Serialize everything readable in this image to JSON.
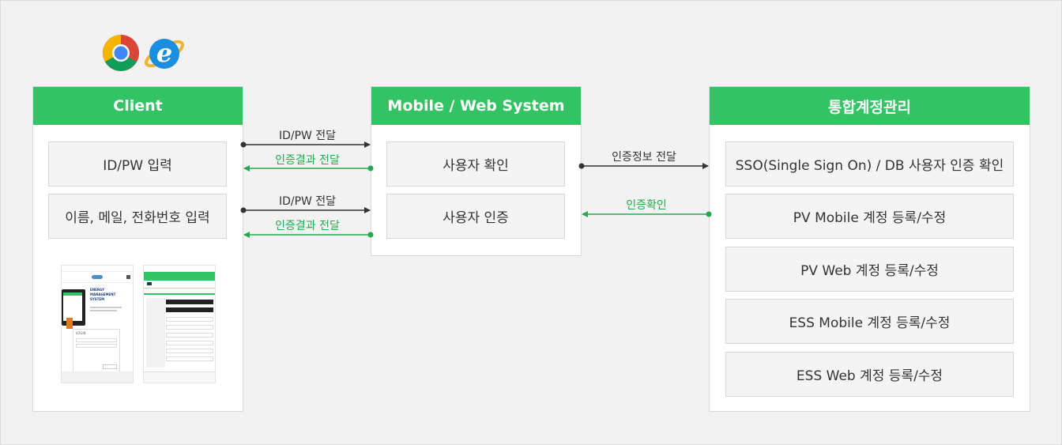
{
  "colors": {
    "accent": "#33c264",
    "arrow_black": "#333333",
    "arrow_green": "#25a94f"
  },
  "icons": [
    "chrome-icon",
    "internet-explorer-icon"
  ],
  "client": {
    "title": "Client",
    "steps": [
      "ID/PW 입력",
      "이름, 메일, 전화번호 입력"
    ]
  },
  "system": {
    "title": "Mobile / Web System",
    "steps": [
      "사용자 확인",
      "사용자 인증"
    ]
  },
  "account": {
    "title": "통합계정관리",
    "items": [
      "SSO(Single Sign On) / DB 사용자 인증 확인",
      "PV Mobile 계정 등록/수정",
      "PV Web 계정 등록/수정",
      "ESS Mobile 계정 등록/수정",
      "ESS Web 계정 등록/수정"
    ]
  },
  "arrows": {
    "client_to_system_1": "ID/PW 전달",
    "system_to_client_1": "인증결과 전달",
    "client_to_system_2": "ID/PW 전달",
    "system_to_client_2": "인증결과 전달",
    "system_to_account": "인증정보 전달",
    "account_to_system": "인증확인"
  },
  "phone_login": {
    "headline": "ENERGY MANAGEMENT SYSTEM",
    "form_title": "LOGIN"
  }
}
